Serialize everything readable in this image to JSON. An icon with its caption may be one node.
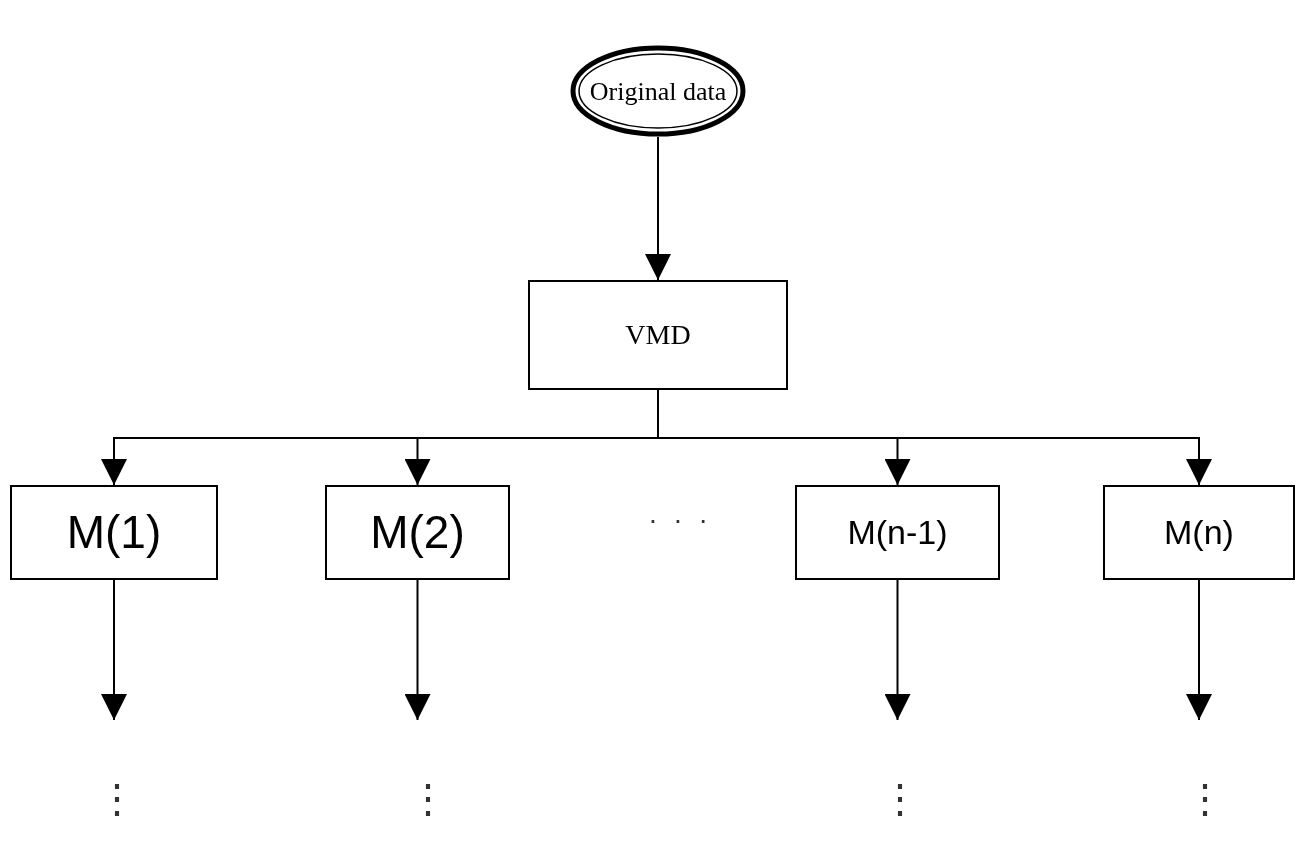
{
  "diagram": {
    "nodes": [
      {
        "text": [
          "Original data"
        ]
      },
      {
        "text": [
          "VMD"
        ]
      },
      {
        "text": [
          "M(1)"
        ]
      },
      {
        "text": [
          "M(2)"
        ]
      },
      {
        "text": [
          "M(n-1)"
        ]
      },
      {
        "text": [
          "M(n)"
        ]
      }
    ],
    "edges": [
      {
        "from": 0,
        "to": 1,
        "arrow": "to"
      },
      {
        "from": 1,
        "to": 2,
        "arrow": "to"
      },
      {
        "from": 1,
        "to": 3,
        "arrow": "to"
      },
      {
        "from": 1,
        "to": 4,
        "arrow": "to"
      },
      {
        "from": 1,
        "to": 5,
        "arrow": "to"
      },
      {
        "from": 2,
        "to": null,
        "arrow": "to"
      },
      {
        "from": 3,
        "to": null,
        "arrow": "to"
      },
      {
        "from": 4,
        "to": null,
        "arrow": "to"
      },
      {
        "from": 5,
        "to": null,
        "arrow": "to"
      }
    ],
    "labels": [
      "· · ·",
      "⋮",
      "⋮",
      "⋮",
      "⋮"
    ]
  }
}
